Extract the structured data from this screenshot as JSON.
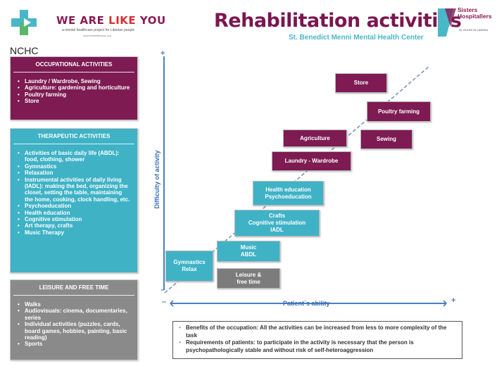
{
  "header": {
    "brand": {
      "part1": "WE ARE ",
      "part2": "LIKE",
      "part3": " YOU",
      "tagline": "a mental healthcare project for Liberian people",
      "url": "www.wearelikeyou.org"
    },
    "org_short": "NCHC",
    "title": "Rehabilitation activities",
    "subtitle": "St. Benedict Menni Mental Health Center",
    "partner": {
      "line1": "Sisters",
      "line2": "Hospitallers",
      "years": "50 YEARS IN LIBERIA"
    }
  },
  "panels": {
    "occupational": {
      "title": "OCCUPATIONAL ACTIVITIES",
      "items": [
        "Laundry / Wardrobe, Sewing",
        "Agriculture: gardening and horticulture",
        "Poultry farming",
        "Store"
      ]
    },
    "therapeutic": {
      "title": "THERAPEUTIC ACTIVITIES",
      "items": [
        "Activities of basic daily life (ABDL): food, clothing, shower",
        "Gymnastics",
        "Relaxation",
        "Instrumental activities of daily living (IADL): making the bed, organizing the closet, setting the table, maintaining the home, cooking, clock handling, etc.",
        "Psychoeducation",
        "Health education",
        "Cognitive stimulation",
        "Art therapy, crafts",
        "Music Therapy"
      ]
    },
    "leisure": {
      "title": "LEISURE AND FREE TIME",
      "items": [
        "Walks",
        "Audiovisuals: cinema, documentaries, series",
        "Individual activities (puzzles, cards, board games, hobbies, painting, basic reading)",
        "Sports"
      ]
    }
  },
  "diagram": {
    "y_axis_label": "Difficulty of activity",
    "x_axis_label": "Patient´s ability",
    "plus": "+",
    "minus": "–",
    "steps": [
      {
        "line1": "Gymnastics",
        "line2": "Relax",
        "line3": ""
      },
      {
        "line1": "Music",
        "line2": "ABDL",
        "line3": ""
      },
      {
        "line1": "Leisure &",
        "line2": "free time",
        "line3": ""
      },
      {
        "line1": "Crafts",
        "line2": "Cognitive stimulation",
        "line3": "IADL"
      },
      {
        "line1": "Health education",
        "line2": "Psychoeducation",
        "line3": ""
      },
      {
        "line1": "Laundry - Wardrobe",
        "line2": "",
        "line3": ""
      },
      {
        "line1": "Agriculture",
        "line2": "",
        "line3": ""
      },
      {
        "line1": "Sewing",
        "line2": "",
        "line3": ""
      },
      {
        "line1": "Poultry farming",
        "line2": "",
        "line3": ""
      },
      {
        "line1": "Store",
        "line2": "",
        "line3": ""
      }
    ]
  },
  "notes": {
    "benefits": "Benefits of the occupation: All the activities can be increased from less to more complexity of the task",
    "requirements": "Requirements of patients: to participate in the activity is necessary that the person is psychopathologically stable and without risk of self-heteroaggression"
  }
}
